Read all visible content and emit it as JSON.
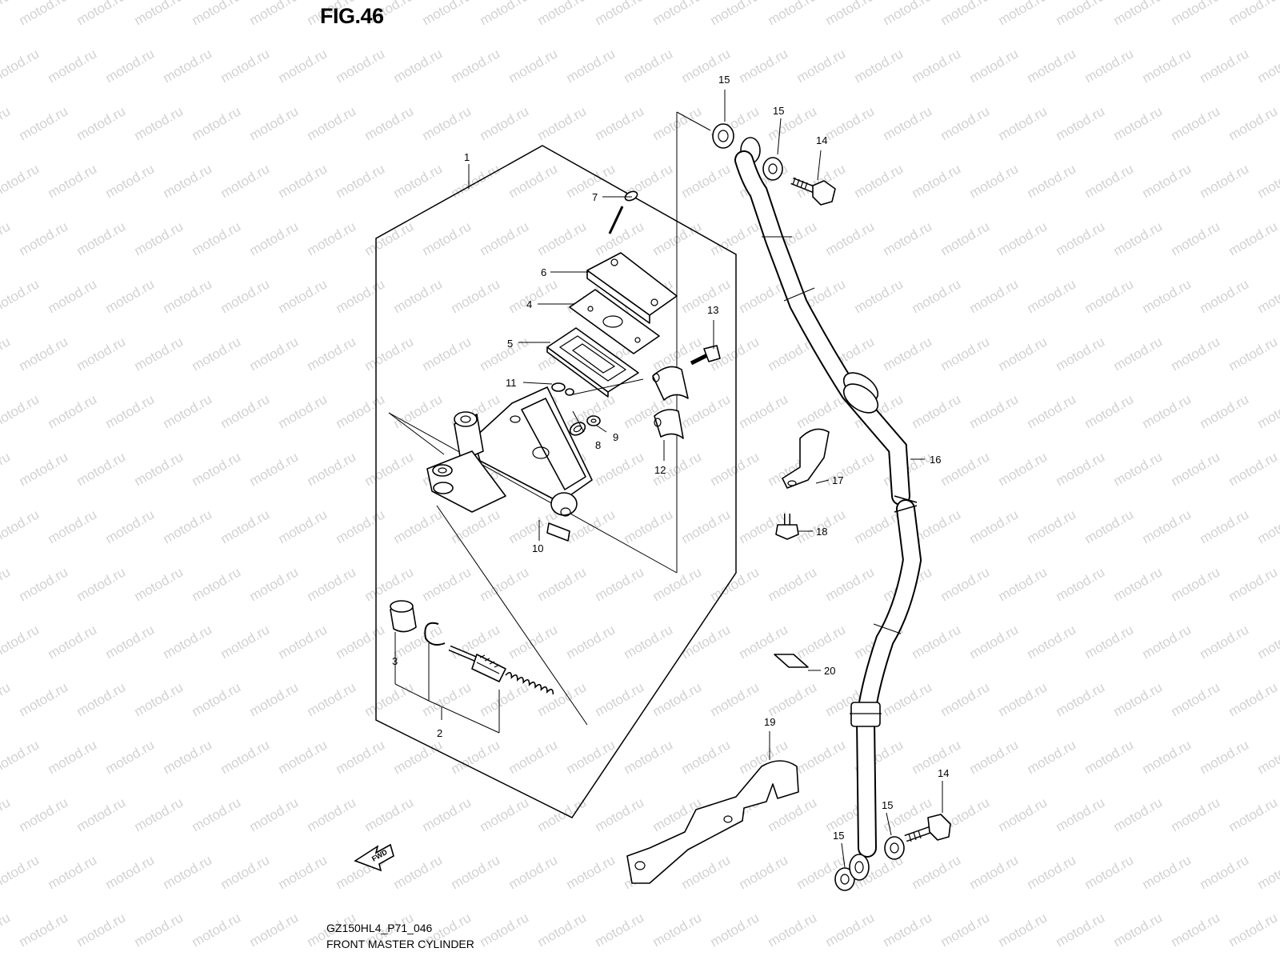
{
  "figure": {
    "number_label": "FIG.46",
    "model_code": "GZ150HL4_P71_046",
    "name": "FRONT MASTER CYLINDER"
  },
  "watermark": "motod.ru",
  "direction_arrow_label": "FWD",
  "callouts": {
    "c1": "1",
    "c2": "2",
    "c3": "3",
    "c4": "4",
    "c5": "5",
    "c6": "6",
    "c7": "7",
    "c8": "8",
    "c9": "9",
    "c10": "10",
    "c11": "11",
    "c12": "12",
    "c13": "13",
    "c14a": "14",
    "c14b": "14",
    "c15a": "15",
    "c15b": "15",
    "c15c": "15",
    "c15d": "15",
    "c16": "16",
    "c17": "17",
    "c18": "18",
    "c19": "19",
    "c20": "20"
  }
}
